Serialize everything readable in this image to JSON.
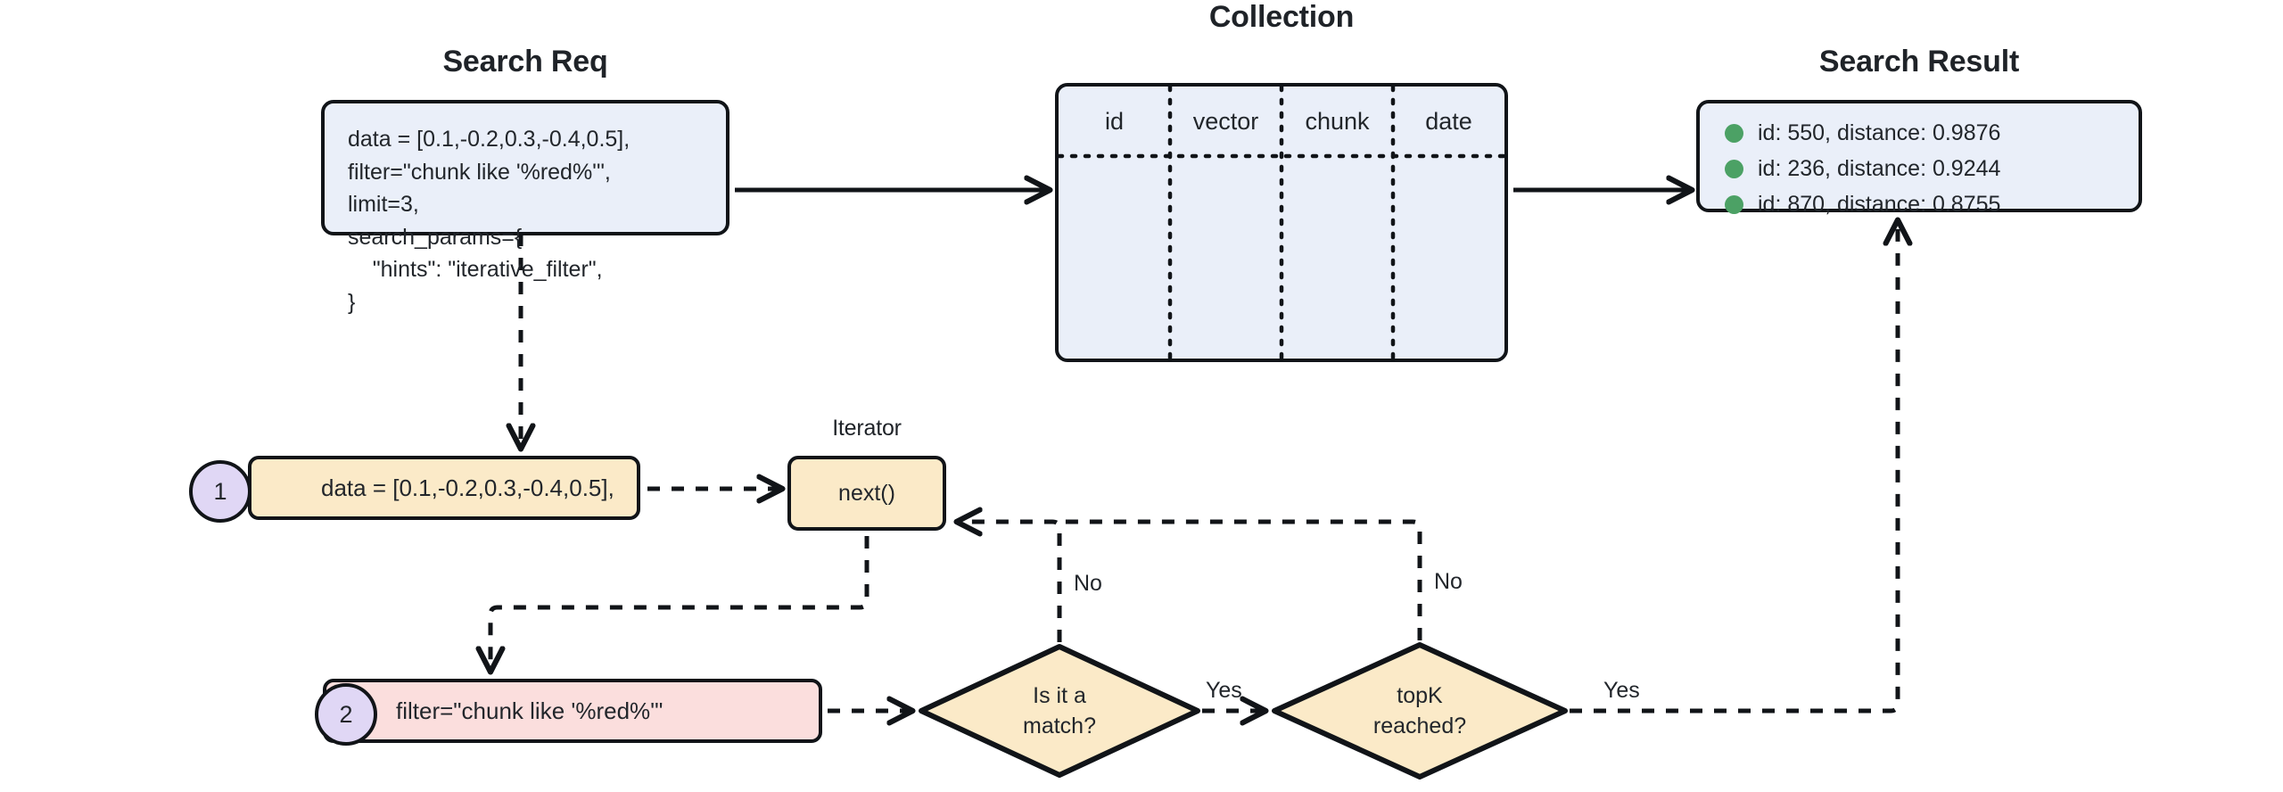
{
  "headings": {
    "search_req": "Search Req",
    "collection": "Collection",
    "search_result": "Search Result",
    "iterator": "Iterator"
  },
  "search_req": {
    "lines": [
      "data = [0.1,-0.2,0.3,-0.4,0.5],",
      "filter=\"chunk like '%red%'\",",
      "limit=3,",
      "search_params={",
      "    \"hints\": \"iterative_filter\",",
      "}"
    ]
  },
  "collection": {
    "columns": [
      "id",
      "vector",
      "chunk",
      "date"
    ]
  },
  "search_result": {
    "rows": [
      "id: 550, distance: 0.9876",
      "id: 236, distance: 0.9244",
      "id: 870, distance: 0.8755"
    ]
  },
  "steps": [
    {
      "number": "1",
      "text": "data = [0.1,-0.2,0.3,-0.4,0.5],"
    },
    {
      "number": "2",
      "text": "filter=\"chunk like '%red%'\""
    }
  ],
  "iterator": {
    "method": "next()"
  },
  "decisions": [
    {
      "line1": "Is it a",
      "line2": "match?"
    },
    {
      "line1": "topK",
      "line2": "reached?"
    }
  ],
  "edge_labels": {
    "no_match": "No",
    "no_topk": "No",
    "yes_match": "Yes",
    "yes_topk": "Yes"
  },
  "colors": {
    "panel_blue": "#eaeff9",
    "step_yellow": "#fbeac8",
    "step_pink": "#fbdedd",
    "badge_purple": "#e0d7f5",
    "result_dot_green": "#4ca165",
    "stroke": "#111418",
    "text": "#22262b"
  }
}
